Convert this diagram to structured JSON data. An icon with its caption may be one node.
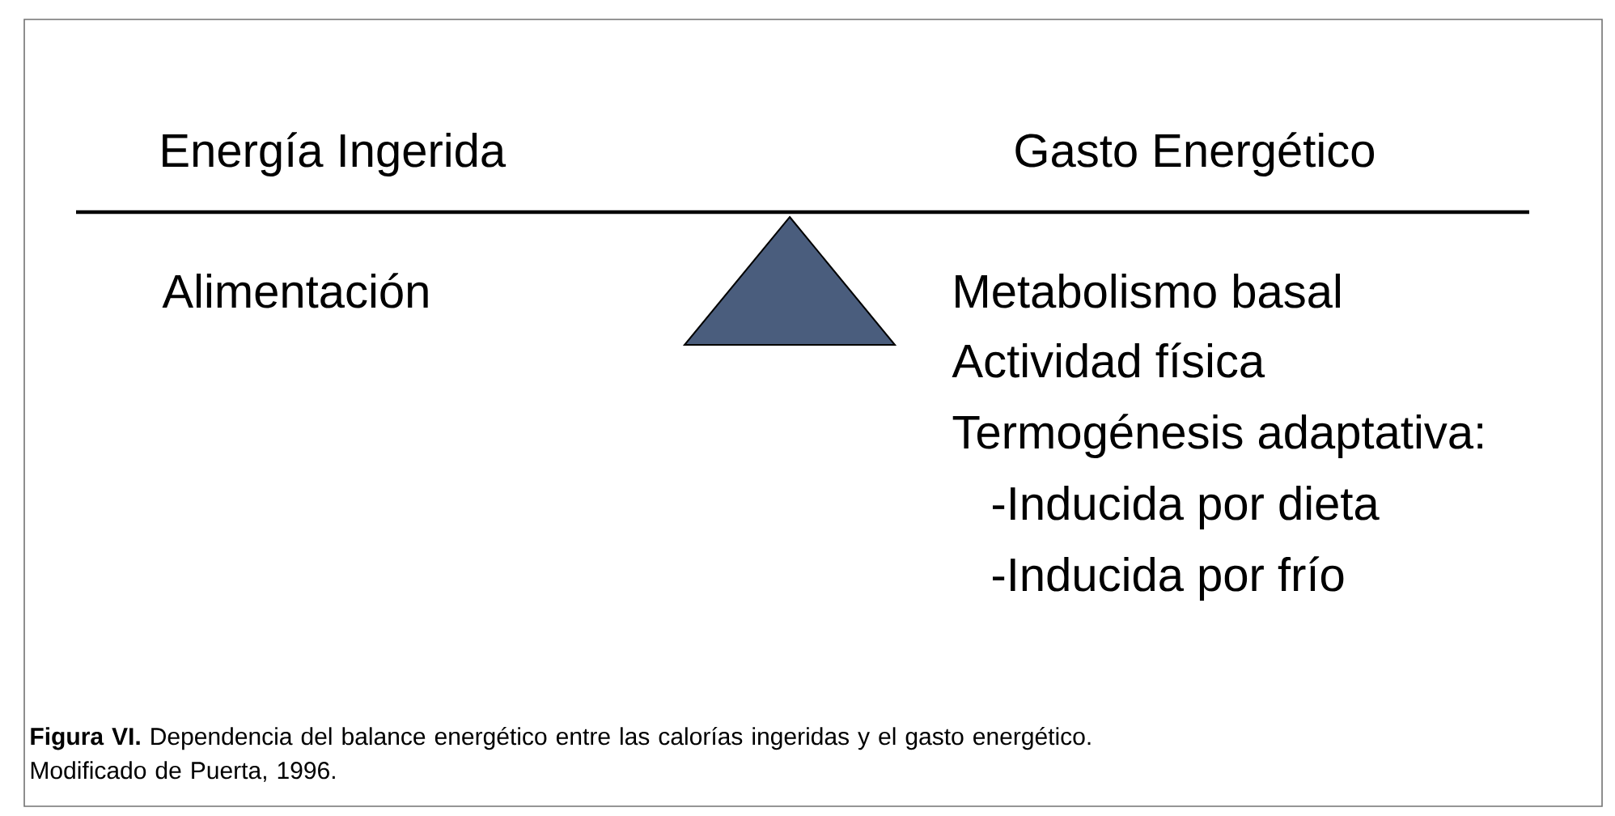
{
  "diagram": {
    "caption": "**Figura VI.** Dependencia del balance energético entre las calorías ingeridas y el gasto energético. Modificado de Puerta, 1996.",
    "labels": [
      "Energía Ingerida",
      "Gasto Energético",
      "Alimentación",
      "Metabolismo basal",
      "Actividad física",
      "Termogénesis adaptativa:",
      "-Inducida por dieta",
      "-Inducida por frío"
    ]
  }
}
